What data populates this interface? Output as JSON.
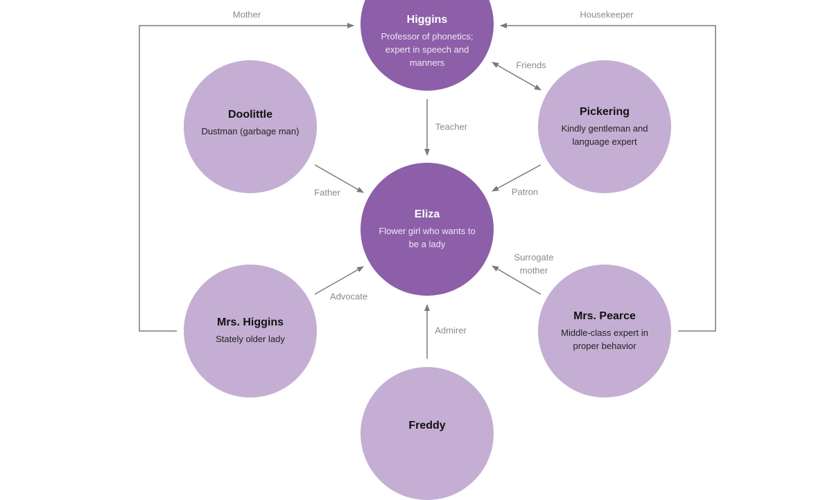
{
  "colors": {
    "primary": "#8c5fa8",
    "secondary": "#c5aed3",
    "arrow": "#7a7a7a"
  },
  "nodes": {
    "higgins": {
      "name": "Higgins",
      "desc": "Professor of phonetics; expert in speech and manners"
    },
    "doolittle": {
      "name": "Doolittle",
      "desc": "Dustman (garbage man)"
    },
    "pickering": {
      "name": "Pickering",
      "desc": "Kindly gentleman and language expert"
    },
    "eliza": {
      "name": "Eliza",
      "desc": "Flower girl who wants to be a lady"
    },
    "mrs_higgins": {
      "name": "Mrs. Higgins",
      "desc": "Stately older lady"
    },
    "mrs_pearce": {
      "name": "Mrs. Pearce",
      "desc": "Middle-class expert in proper behavior"
    },
    "freddy": {
      "name": "Freddy"
    }
  },
  "relations": {
    "mother": "Mother",
    "housekeeper": "Housekeeper",
    "friends": "Friends",
    "teacher": "Teacher",
    "father": "Father",
    "patron": "Patron",
    "advocate": "Advocate",
    "surrogate_mother": "Surrogate mother",
    "admirer": "Admirer"
  }
}
